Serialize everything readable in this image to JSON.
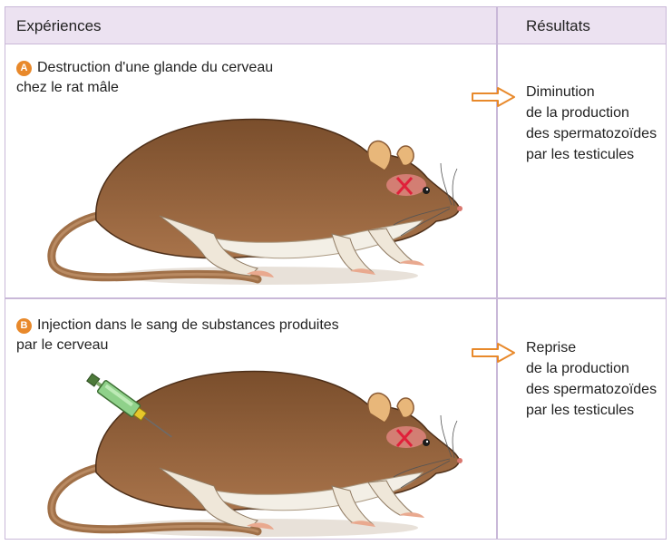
{
  "header": {
    "left": "Expériences",
    "right": "Résultats"
  },
  "experiments": [
    {
      "badge": "A",
      "line1": "Destruction d'une glande du cerveau",
      "line2": "chez le rat mâle",
      "result": [
        "Diminution",
        "de la production",
        "des spermatozoïdes",
        "par les testicules"
      ]
    },
    {
      "badge": "B",
      "line1": "Injection dans le sang de substances produites",
      "line2": "par le cerveau",
      "result": [
        "Reprise",
        "de la production",
        "des spermatozoïdes",
        "par les testicules"
      ]
    }
  ],
  "colors": {
    "border": "#c9b8d8",
    "header_bg": "#ece2f1",
    "badge": "#e8892b",
    "arrow": "#e8892b",
    "rat_fur": "#8a5a34",
    "rat_belly": "#f3efe6",
    "mark": "#e0203a"
  }
}
